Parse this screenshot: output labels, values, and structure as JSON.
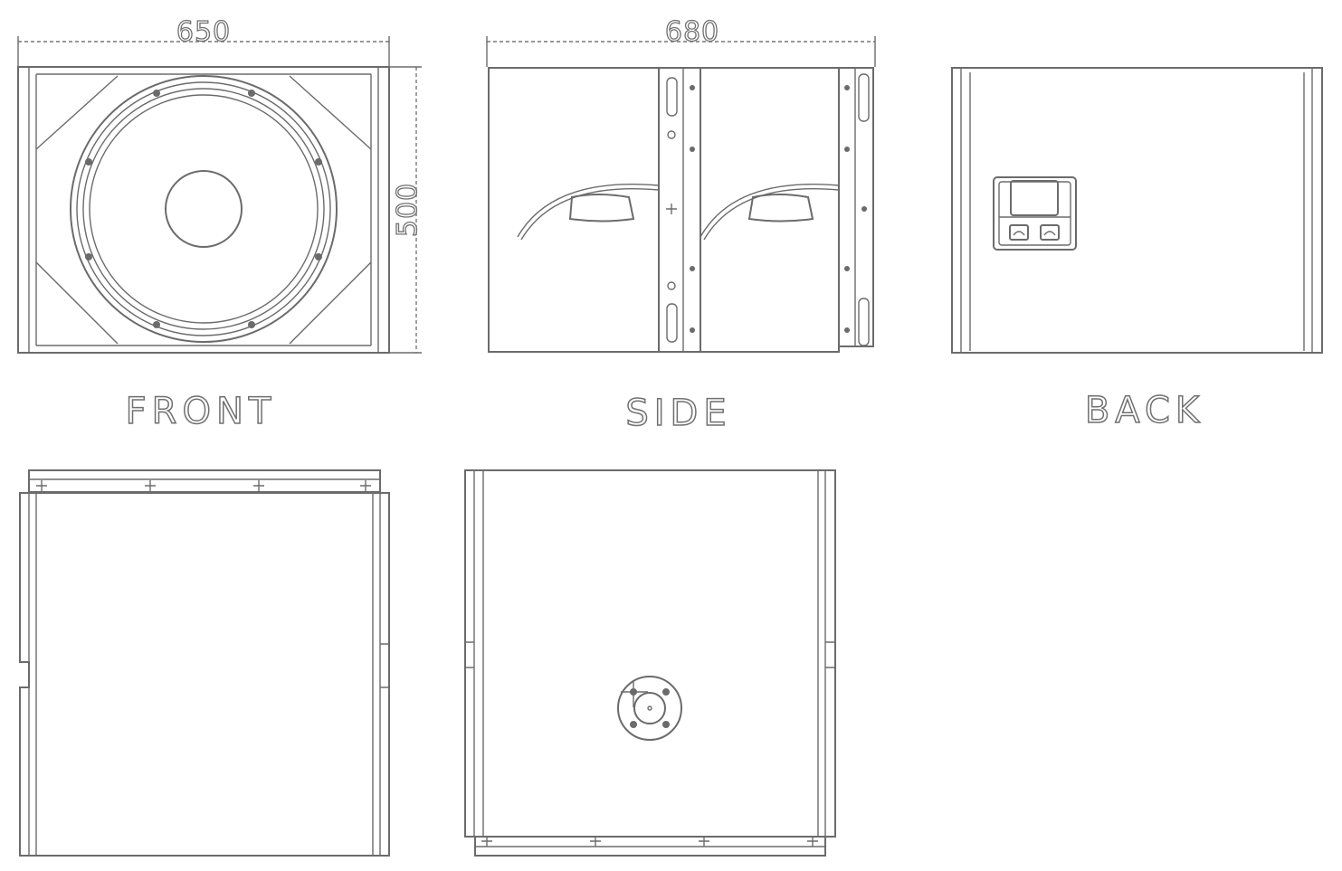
{
  "dimensions": {
    "width": "650",
    "depth": "680",
    "height": "500"
  },
  "views": {
    "front": "FRONT",
    "side": "SIDE",
    "back": "BACK"
  }
}
